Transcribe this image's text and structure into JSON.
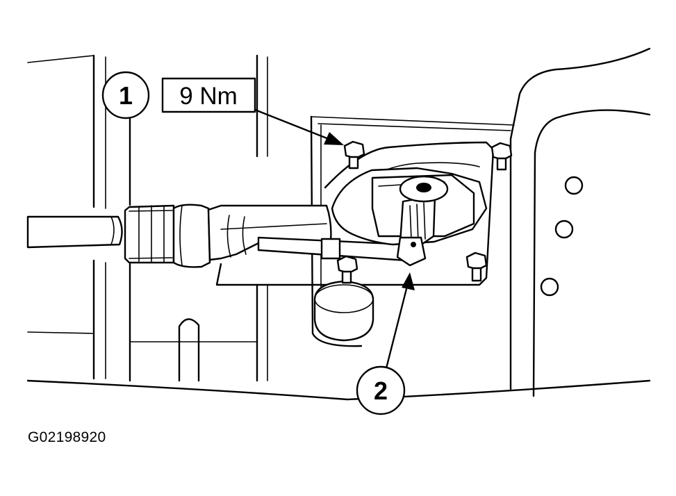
{
  "callouts": [
    {
      "number": "1"
    },
    {
      "number": "2"
    }
  ],
  "torque_label": "9 Nm",
  "figure_id": "G02198920"
}
